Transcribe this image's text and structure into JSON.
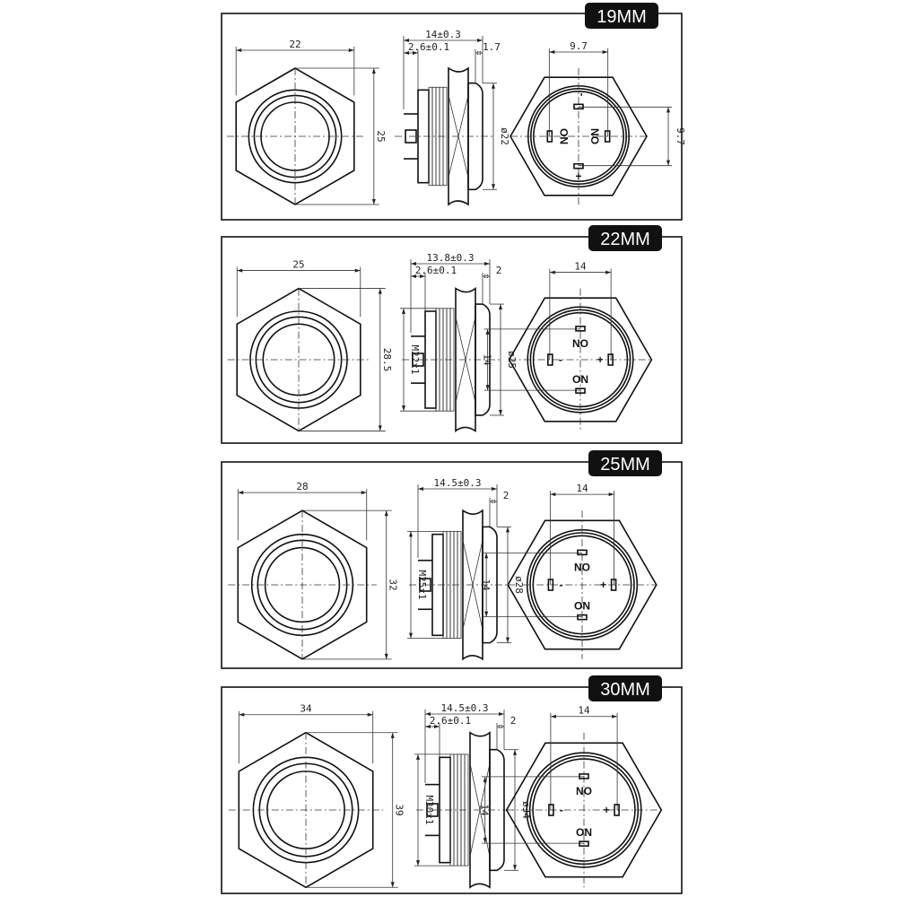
{
  "panels": [
    {
      "title": "19MM",
      "front": {
        "width": "22",
        "height": "25"
      },
      "side": {
        "overall": "14±0.3",
        "pin": "2.6±0.1",
        "cap": "1.7",
        "thread": "",
        "diameter": "ø22"
      },
      "face": {
        "top_dim": "9.7",
        "side_dim": "9.7",
        "no": "ON",
        "on": "ON",
        "plus": "+",
        "minus": "-",
        "rotated": true
      }
    },
    {
      "title": "22MM",
      "front": {
        "width": "25",
        "height": "28.5"
      },
      "side": {
        "overall": "13.8±0.3",
        "pin": "2.6±0.1",
        "cap": "2",
        "thread": "M22x1",
        "diameter": "ø25"
      },
      "face": {
        "top_dim": "14",
        "side_dim": "14",
        "no": "NO",
        "on": "ON",
        "plus": "+",
        "minus": "-",
        "rotated": false
      }
    },
    {
      "title": "25MM",
      "front": {
        "width": "28",
        "height": "32"
      },
      "side": {
        "overall": "14.5±0.3",
        "pin": "",
        "cap": "2",
        "thread": "M25x1",
        "diameter": "ø28"
      },
      "face": {
        "top_dim": "14",
        "side_dim": "14",
        "no": "NO",
        "on": "ON",
        "plus": "+",
        "minus": "-",
        "rotated": false
      }
    },
    {
      "title": "30MM",
      "front": {
        "width": "34",
        "height": "39"
      },
      "side": {
        "overall": "14.5±0.3",
        "pin": "2.6±0.1",
        "cap": "2",
        "thread": "M30x1",
        "diameter": "ø34"
      },
      "face": {
        "top_dim": "14",
        "side_dim": "14",
        "no": "NO",
        "on": "ON",
        "plus": "+",
        "minus": "-",
        "rotated": false
      }
    }
  ]
}
